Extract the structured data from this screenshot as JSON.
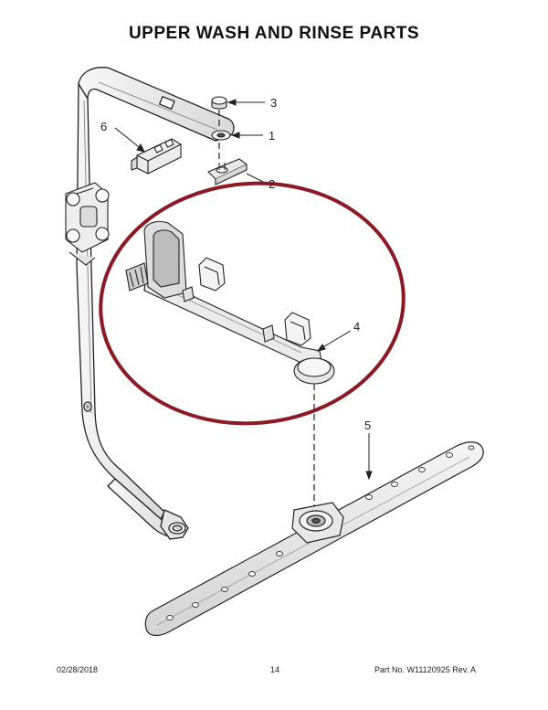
{
  "title": "UPPER WASH AND RINSE PARTS",
  "callouts": {
    "c1": "1",
    "c2": "2",
    "c3": "3",
    "c4": "4",
    "c5": "5",
    "c6": "6"
  },
  "footer": {
    "date": "02/28/2018",
    "page": "14",
    "part": "Part No.  W11120925  Rev.  A"
  },
  "highlight_color": "#8b1a24"
}
